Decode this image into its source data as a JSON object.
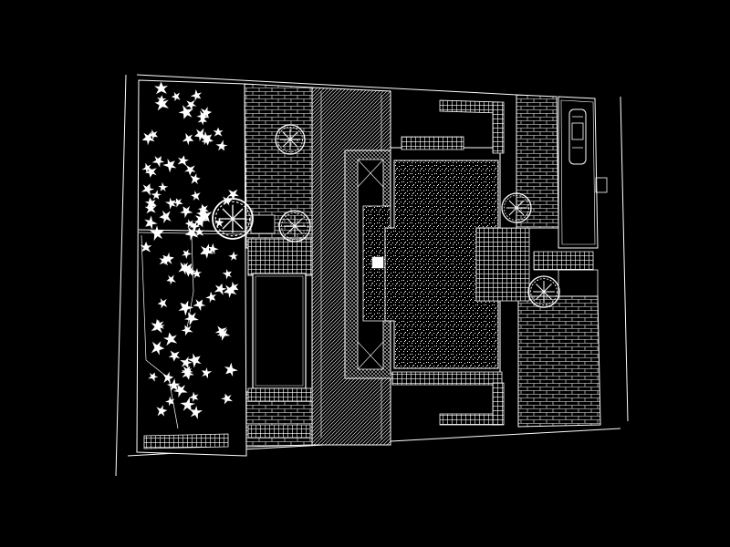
{
  "drawing": {
    "background": "#000000",
    "line_color": "#ffffff"
  },
  "symbols": {
    "tree": "tree-icon",
    "shrub": "shrub-icon",
    "car": "car-icon"
  },
  "hatch_patterns": {
    "paving": "brick-pattern",
    "paths": "diagonal-pattern",
    "courtyard": "gravel-pattern",
    "terraces": "grid-pattern"
  }
}
